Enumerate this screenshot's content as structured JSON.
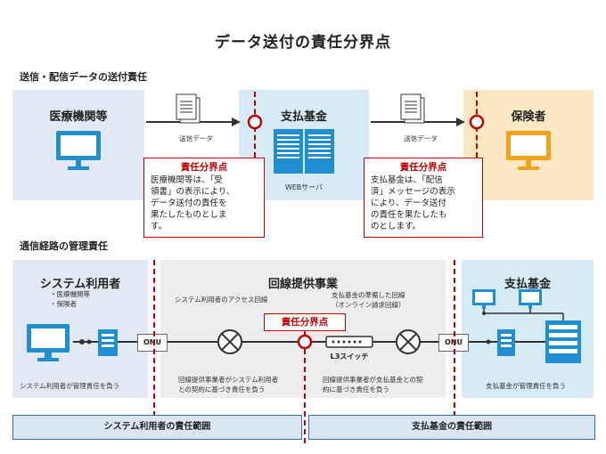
{
  "title": "データ送付の責任分界点",
  "top_section": {
    "label": "送信・配信データの送付責任",
    "medical": "医療機関等",
    "payment_fund": "支払基金",
    "insurer": "保険者",
    "send_data_1": "送信データ",
    "send_data_2": "送信データ",
    "web_server": "WEBサーバ",
    "resp_box_1": {
      "title": "責任分界点",
      "lines": [
        "医療機関等は、「受",
        "領書」の表示により、",
        "データ送付の責任を",
        "果たしたものとしま",
        "す。"
      ]
    },
    "resp_box_2": {
      "title": "責任分界点",
      "lines": [
        "支払基金は、「配信",
        "済」メッセージの表示",
        "により、データ送付",
        "の責任を果たしたも",
        "のとします。"
      ]
    }
  },
  "bottom_section": {
    "label": "通信経路の管理責任",
    "system_user": "システム利用者",
    "bullets": [
      "医療機関等",
      "保険者"
    ],
    "line_provider": "回線提供事業",
    "payment_fund": "支払基金",
    "access_line_user": "システム利用者のアクセス回線",
    "access_line_fund": [
      "支払基金の準備した回線",
      "（オンライン請求回線）"
    ],
    "resp_tag": "責任分界点",
    "onu_left": "ONU",
    "onu_right": "ONU",
    "l3_switch": "L3スイッチ",
    "note_user": "システム利用者が管理責任を負う",
    "note_provider_left": [
      "回線提供事業者がシステム利用者",
      "との契約に基づき責任を負う"
    ],
    "note_provider_right": [
      "回線提供事業者が支払基金との契",
      "約に基づき責任を負う"
    ],
    "note_fund": "支払基金が管理責任を負う"
  },
  "range": {
    "user": "システム利用者の責任範囲",
    "fund": "支払基金の責任範囲"
  },
  "colors": {
    "medical_bg": "#e3e9f4",
    "fund_bg": "#d6ebf5",
    "insurer_bg": "#fde8c4",
    "blue_icon": "#1f8fd1",
    "orange_icon": "#f4a11d",
    "red": "#c00000"
  }
}
